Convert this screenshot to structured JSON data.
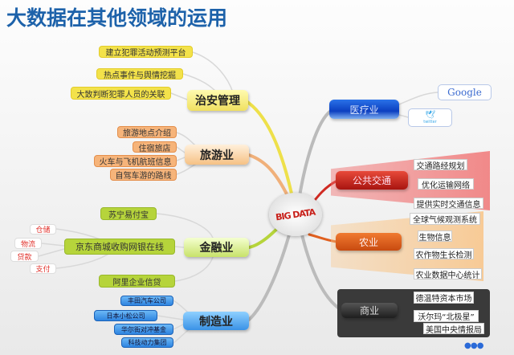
{
  "title": "大数据在其他领域的运用",
  "center": {
    "label": "BIG DATA"
  },
  "branches": {
    "security": {
      "label": "治安管理",
      "items": [
        "建立犯罪活动预测平台",
        "热点事件与舆情挖掘",
        "大致判断犯罪人员的关联"
      ]
    },
    "tourism": {
      "label": "旅游业",
      "items": [
        "旅游地点介绍",
        "住宿旅店",
        "火车与飞机航班信息",
        "自驾车游的路线"
      ]
    },
    "finance": {
      "label": "金融业",
      "items": [
        "苏宁易付宝",
        "京东商城收购网银在线",
        "阿里企业信贷"
      ],
      "sub_items": [
        "仓储",
        "物流",
        "贷款",
        "支付"
      ]
    },
    "manufacturing": {
      "label": "制造业",
      "items": [
        "丰田汽车公司",
        "日本小松公司",
        "华尔街对冲基金",
        "科技动力集团"
      ]
    },
    "medical": {
      "label": "医疗业",
      "items": [
        "Google",
        "twitter"
      ]
    },
    "transport": {
      "label": "公共交通",
      "items": [
        "交通路经规划",
        "优化运输网络",
        "提供实时交通信息"
      ]
    },
    "agriculture": {
      "label": "农业",
      "items": [
        "全球气候观测系统",
        "生物信息",
        "农作物生长检测",
        "农业数据中心统计"
      ]
    },
    "business": {
      "label": "商业",
      "items": [
        "德温特资本市场",
        "沃尔玛“北极星”",
        "美国中央情报局"
      ]
    }
  }
}
